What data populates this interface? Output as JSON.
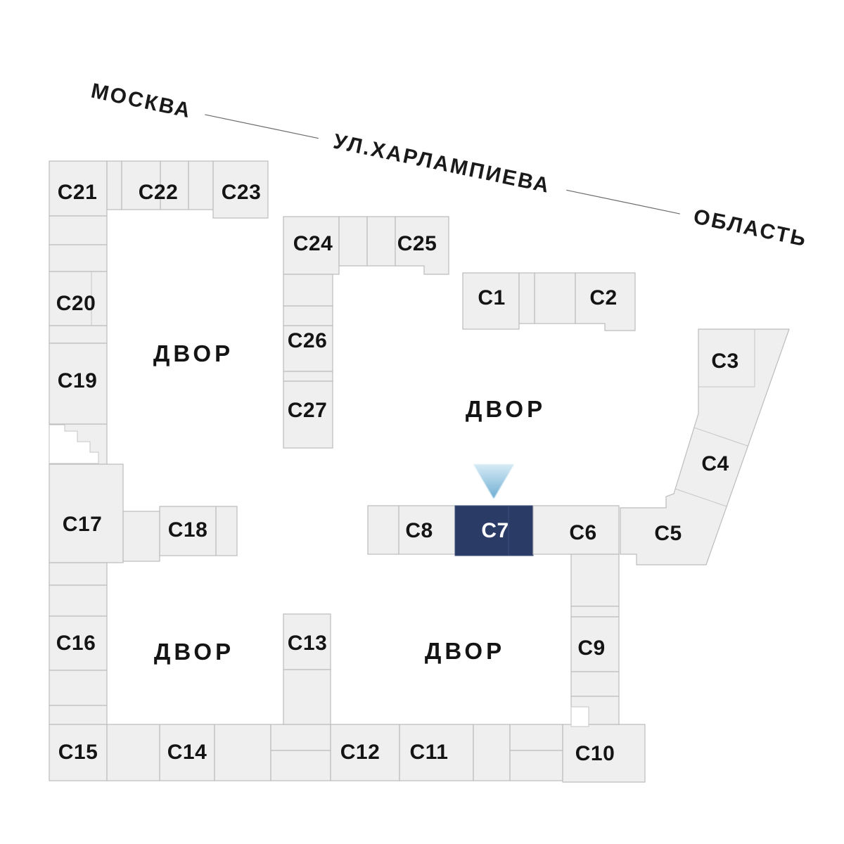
{
  "street": {
    "left_label": "МОСКВА",
    "name": "УЛ.ХАРЛАМПИЕВА",
    "right_label": "ОБЛАСТЬ"
  },
  "courtyards": [
    {
      "label": "ДВОР"
    },
    {
      "label": "ДВОР"
    },
    {
      "label": "ДВОР"
    },
    {
      "label": "ДВОР"
    }
  ],
  "selected_block": "С7",
  "blocks": [
    {
      "id": "С1"
    },
    {
      "id": "С2"
    },
    {
      "id": "С3"
    },
    {
      "id": "С4"
    },
    {
      "id": "С5"
    },
    {
      "id": "С6"
    },
    {
      "id": "С7"
    },
    {
      "id": "С8"
    },
    {
      "id": "С9"
    },
    {
      "id": "С10"
    },
    {
      "id": "С11"
    },
    {
      "id": "С12"
    },
    {
      "id": "С13"
    },
    {
      "id": "С14"
    },
    {
      "id": "С15"
    },
    {
      "id": "С16"
    },
    {
      "id": "С17"
    },
    {
      "id": "С18"
    },
    {
      "id": "С19"
    },
    {
      "id": "С20"
    },
    {
      "id": "С21"
    },
    {
      "id": "С22"
    },
    {
      "id": "С23"
    },
    {
      "id": "С24"
    },
    {
      "id": "С25"
    },
    {
      "id": "С26"
    },
    {
      "id": "С27"
    }
  ],
  "colors": {
    "block_fill": "#efefef",
    "block_stroke": "#bcbcbc",
    "highlight": "#2a3b66",
    "highlight_text": "#ffffff",
    "arrow_top": "#d6ebf5",
    "arrow_bottom": "#6fadd3"
  }
}
